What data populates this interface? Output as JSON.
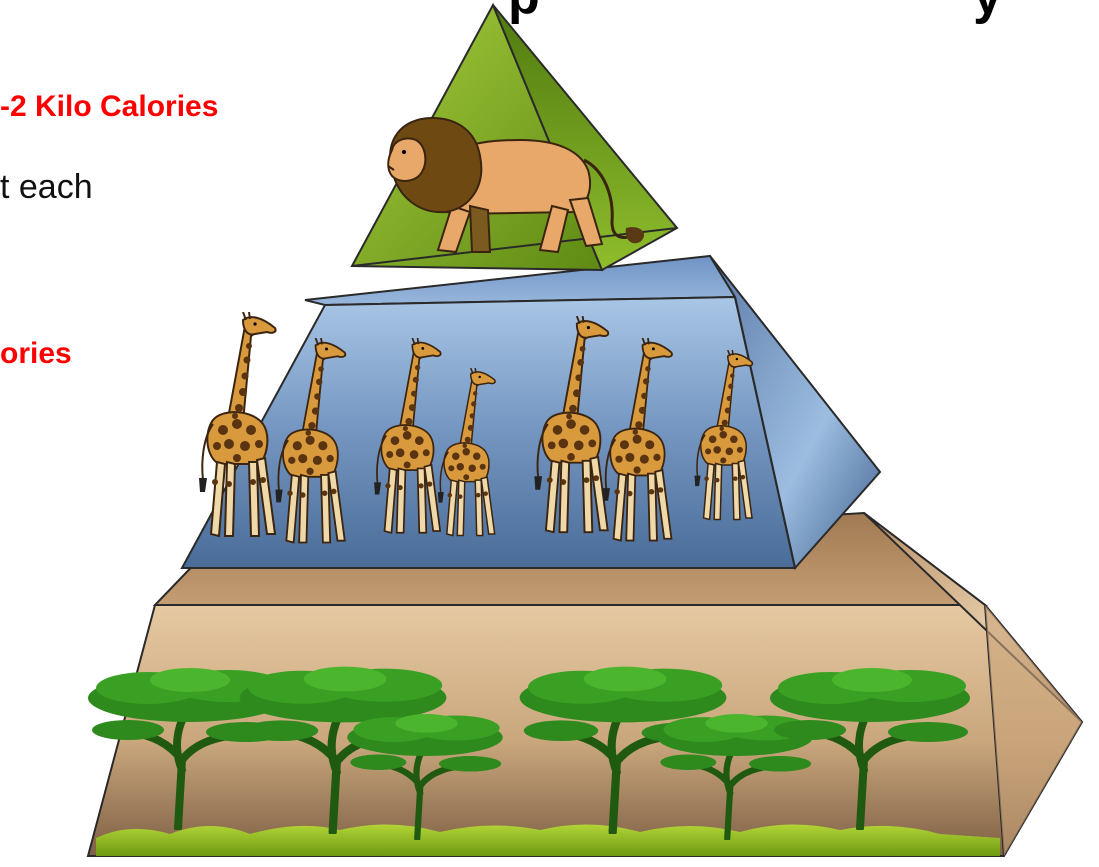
{
  "slide": {
    "title_fragment": "p                              y",
    "top_energy_label": "-2 Kilo Calories",
    "body_fragment": "t each",
    "middle_energy_label": "ories"
  },
  "pyramid": {
    "levels": [
      {
        "level": "top",
        "organism": "lion",
        "count": 1
      },
      {
        "level": "middle",
        "organism": "giraffe",
        "count": 7
      },
      {
        "level": "bottom",
        "organism": "acacia-tree",
        "count": 6
      }
    ]
  },
  "colors": {
    "label_red": "#ff0000",
    "top_green": "#7fb41e",
    "middle_blue": "#5f86b4",
    "bottom_tan": "#d7b48a"
  }
}
